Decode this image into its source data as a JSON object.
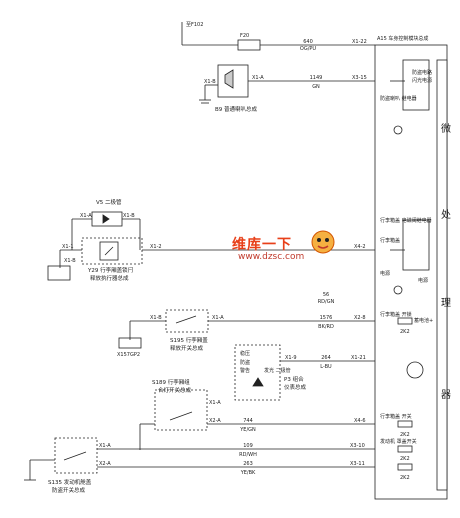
{
  "top_label": "至F102",
  "module": {
    "title": "A15 车身控制模块总成",
    "side_label": [
      "微",
      "处",
      "理",
      "器"
    ],
    "sub_labels": {
      "horn_drv": "防盗喇叭\n继电器",
      "trunk_drv": "行李箱盖\n电磁阀继电器",
      "power": "电源",
      "trunk_sig": "行李箱盖\n开锁",
      "lid_sw": "行李箱盖\n开关",
      "hood_sw": "发动机\n罩盖开关"
    },
    "pins": {
      "x1_22": "X1-22",
      "x3_15": "X3-15",
      "x4_2": "X4-2",
      "x2_8": "X2-8",
      "x1_21": "X1-21",
      "x4_6": "X4-6",
      "x3_10": "X3-10",
      "x3_11": "X3-11"
    },
    "inner": {
      "anti_theft": "防盗电路",
      "flash": "闪光电源",
      "trunk_open": "行李箱盖",
      "power_in": "电源",
      "res1": "2K2",
      "res2": "2K2",
      "res3": "2K2",
      "res4": "2K2",
      "bat": "蓄电池+"
    }
  },
  "fuse": {
    "name": "F20"
  },
  "wires": [
    {
      "circuit": "640",
      "color": "OG/PU"
    },
    {
      "circuit": "1149",
      "color": "GN"
    },
    {
      "circuit": "56",
      "color": "RD/GN"
    },
    {
      "circuit": "1576",
      "color": "BK/RD"
    },
    {
      "circuit": "264",
      "color": "L-BU"
    },
    {
      "circuit": "744",
      "color": "YE/GN"
    },
    {
      "circuit": "109",
      "color": "RD/WH"
    },
    {
      "circuit": "263",
      "color": "YE/BK"
    }
  ],
  "components": {
    "horn": {
      "name": "B9 普通喇叭总成",
      "pin_a": "X1-A",
      "pin_b": "X1-B"
    },
    "diode": {
      "name": "V5 二极管",
      "pin_a": "X1-A",
      "pin_b": "X1-B"
    },
    "actuator": {
      "name1": "Y29 行李厢盖锁闩",
      "name2": "释放执行器总成",
      "pin_b": "X1-B",
      "pin_1": "X1-1",
      "pin_2": "X1-2"
    },
    "switch1": {
      "name1": "S195 行李厢盖",
      "name2": "释放开关总成",
      "pin_b": "X1-B",
      "pin_a": "X1-A",
      "ground": "X157GP2"
    },
    "cluster": {
      "name1": "P3 组合",
      "name2": "仪表总成",
      "pin": "X1-9",
      "lbl1": "稳压",
      "lbl2": "防盗",
      "lbl3": "警告",
      "lbl4": "发光\n二极管"
    },
    "switch2": {
      "name1": "S189 行李厢组",
      "name2": "合灯开关总成",
      "pin_1": "X1-A",
      "pin_2": "X2-A"
    },
    "switch3": {
      "name1": "S135 发动机舱盖",
      "name2": "防盗开关总成",
      "pin_1": "X1-A",
      "pin_2": "X2-A"
    }
  },
  "watermark": {
    "brand": "维库一下",
    "url": "www.dzsc.com"
  }
}
